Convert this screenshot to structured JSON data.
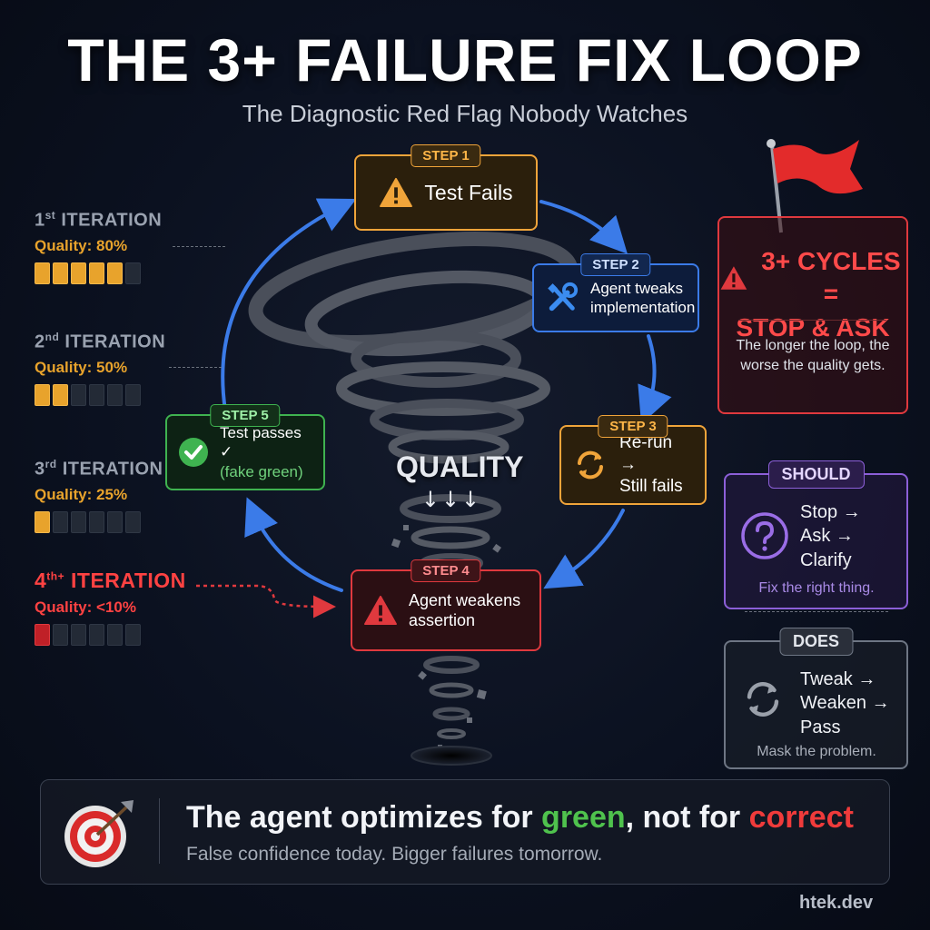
{
  "header": {
    "title": "THE 3+ FAILURE FIX LOOP",
    "subtitle": "The Diagnostic Red Flag Nobody Watches"
  },
  "steps": [
    {
      "tag": "STEP 1",
      "lines": [
        "Test Fails"
      ],
      "icon": "warning-icon",
      "color": "#f0a43a"
    },
    {
      "tag": "STEP 2",
      "lines": [
        "Agent tweaks",
        "implementation"
      ],
      "icon": "tools-icon",
      "color": "#3b7be8"
    },
    {
      "tag": "STEP 3",
      "lines": [
        "Re-run →",
        "Still fails"
      ],
      "icon": "refresh-icon",
      "color": "#f0a43a"
    },
    {
      "tag": "STEP 4",
      "lines": [
        "Agent weakens",
        "assertion"
      ],
      "icon": "warning-icon",
      "color": "#e0393e"
    },
    {
      "tag": "STEP 5",
      "lines": [
        "Test passes ✓",
        "(fake green)"
      ],
      "icon": "check-icon",
      "color": "#3fb350"
    }
  ],
  "vortex": {
    "label": "QUALITY",
    "arrows": "↓↓↓"
  },
  "iterations": [
    {
      "num": "1",
      "suffix": "st",
      "label": "ITERATION",
      "quality_label": "Quality:",
      "quality": "80%",
      "filled": 5,
      "total": 6,
      "color": "#e8a32c"
    },
    {
      "num": "2",
      "suffix": "nd",
      "label": "ITERATION",
      "quality_label": "Quality:",
      "quality": "50%",
      "filled": 2,
      "total": 6,
      "color": "#e8a32c"
    },
    {
      "num": "3",
      "suffix": "rd",
      "label": "ITERATION",
      "quality_label": "Quality:",
      "quality": "25%",
      "filled": 1,
      "total": 6,
      "color": "#e8a32c"
    },
    {
      "num": "4",
      "suffix": "th+",
      "label": "ITERATION",
      "quality_label": "Quality:",
      "quality": "<10%",
      "filled": 1,
      "total": 6,
      "color": "#c02027"
    }
  ],
  "red_flag": {
    "line1": "3+ CYCLES =",
    "line2": "STOP & ASK",
    "body": "The longer the loop, the worse the quality gets."
  },
  "should": {
    "tag": "SHOULD",
    "lines": [
      "Stop →",
      "Ask →",
      "Clarify"
    ],
    "foot": "Fix the right thing."
  },
  "does": {
    "tag": "DOES",
    "lines": [
      "Tweak →",
      "Weaken →",
      "Pass"
    ],
    "foot": "Mask the problem."
  },
  "banner": {
    "pre": "The agent optimizes for ",
    "green": "green",
    "mid": ", not for ",
    "red": "correct",
    "sub": "False confidence today. Bigger failures tomorrow."
  },
  "credit": "htek.dev",
  "colors": {
    "accent_orange": "#f0a43a",
    "accent_blue": "#3b7be8",
    "accent_red": "#e0393e",
    "accent_green": "#3fb350",
    "accent_purple": "#8c5fd8"
  }
}
